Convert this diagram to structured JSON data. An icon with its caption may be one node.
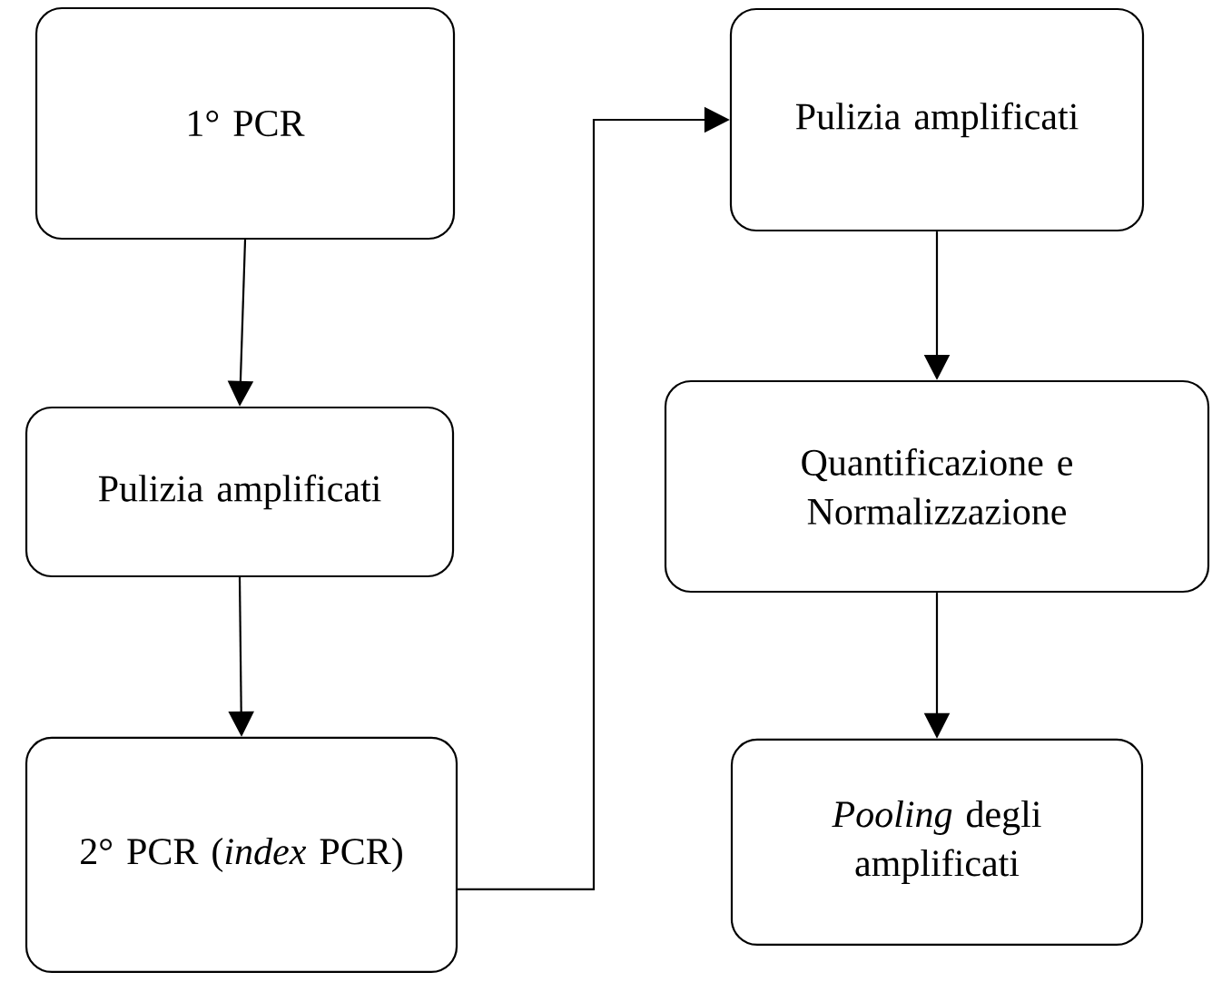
{
  "diagram": {
    "nodes": [
      {
        "text": [
          "1° PCR"
        ]
      },
      {
        "text": [
          "Pulizia amplificati"
        ]
      },
      {
        "text": [
          "2° PCR (*index* PCR)"
        ]
      },
      {
        "text": [
          "Pulizia amplificati"
        ]
      },
      {
        "text": [
          "Quantificazione e Normalizzazione"
        ]
      },
      {
        "text": [
          "*Pooling* degli amplificati"
        ]
      }
    ],
    "edges": [
      {
        "from": 0,
        "to": 1,
        "arrow": "to"
      },
      {
        "from": 1,
        "to": 2,
        "arrow": "to"
      },
      {
        "from": 2,
        "to": 3,
        "arrow": "to"
      },
      {
        "from": 3,
        "to": 4,
        "arrow": "to"
      },
      {
        "from": 4,
        "to": 5,
        "arrow": "to"
      }
    ]
  }
}
